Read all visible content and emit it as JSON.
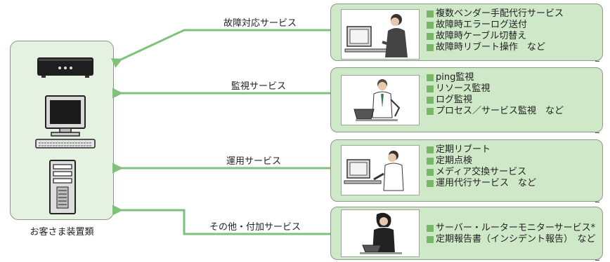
{
  "devices_caption": "お客さま装置類",
  "services": [
    {
      "label": "故障対応サービス",
      "items": [
        "複数ベンダー手配代行サービス",
        "故障時エラーログ送付",
        "故障時ケーブル切替え",
        "故障時リブート操作　など"
      ]
    },
    {
      "label": "監視サービス",
      "items": [
        "ping監視",
        "リソース監視",
        "ログ監視",
        "プロセス／サービス監視　など"
      ]
    },
    {
      "label": "運用サービス",
      "items": [
        "定期リブート",
        "定期点検",
        "メディア交換サービス",
        "運用代行サービス　など"
      ]
    },
    {
      "label": "その他・付加サービス",
      "items": [
        "サーバー・ルーターモニターサービス*",
        "定期報告書（インシデント報告）　など"
      ]
    }
  ],
  "colors": {
    "arrow": "#7fc17a",
    "box_fill": "#cfe8c8",
    "panel_fill": "#e6f2e1",
    "bullet": "#79b766"
  },
  "icons": [
    "router-icon",
    "desktop-computer-icon",
    "tower-server-icon",
    "person-at-computer-icon"
  ]
}
